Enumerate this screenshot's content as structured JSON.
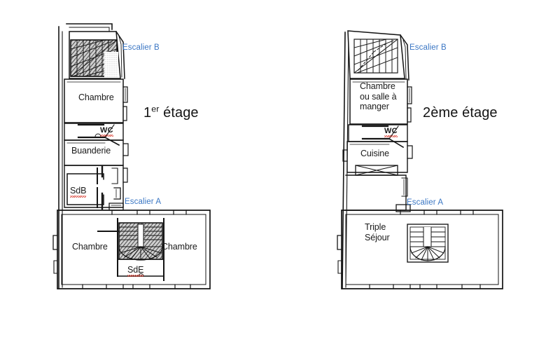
{
  "document": {
    "kind": "architectural-floor-plan",
    "background_color": "#ffffff",
    "ink_color": "#111111",
    "annotation_color": "#3b77c4",
    "spellcheck_underline_color": "#d83a2e"
  },
  "plans": [
    {
      "id": "first-floor",
      "title_main": "1",
      "title_sup": "er",
      "title_rest": " étage",
      "title_full": "1er étage",
      "rooms": [
        {
          "id": "chambre-nord",
          "label": "Chambre",
          "underlined": false
        },
        {
          "id": "wc",
          "label": "WC",
          "underlined": true
        },
        {
          "id": "buanderie",
          "label": "Buanderie",
          "underlined": false
        },
        {
          "id": "sdb",
          "label": "SdB",
          "underlined": true
        },
        {
          "id": "chambre-sud-ouest",
          "label": "Chambre",
          "underlined": false
        },
        {
          "id": "chambre-sud-est",
          "label": "Chambre",
          "underlined": false
        },
        {
          "id": "sde",
          "label": "SdE",
          "underlined": true
        }
      ],
      "annotations": [
        {
          "id": "escalier-b",
          "label": "Escalier B"
        },
        {
          "id": "escalier-a",
          "label": "Escalier A"
        }
      ],
      "stairs": [
        {
          "id": "escalier-b-stair",
          "style": "winder-hatched-dark"
        },
        {
          "id": "escalier-a-stair",
          "style": "spiral-hatched"
        }
      ]
    },
    {
      "id": "second-floor",
      "title_main": "2",
      "title_sup": "",
      "title_rest": "ème étage",
      "title_full": "2ème étage",
      "rooms": [
        {
          "id": "chambre-salle-a-manger",
          "label": "Chambre\nou salle à\nmanger",
          "underlined": false
        },
        {
          "id": "wc",
          "label": "WC",
          "underlined": true
        },
        {
          "id": "cuisine",
          "label": "Cuisine",
          "underlined": false
        },
        {
          "id": "triple-sejour",
          "label": "Triple\nSéjour",
          "underlined": false
        }
      ],
      "annotations": [
        {
          "id": "escalier-b",
          "label": "Escalier B"
        },
        {
          "id": "escalier-a",
          "label": "Escalier A"
        }
      ],
      "stairs": [
        {
          "id": "escalier-b-stair",
          "style": "winder-outline"
        },
        {
          "id": "escalier-a-stair",
          "style": "spiral-outline"
        }
      ]
    }
  ],
  "labels": {
    "p1_chambre_nord": "Chambre",
    "p1_wc": "WC",
    "p1_buanderie": "Buanderie",
    "p1_sdb": "SdB",
    "p1_chambre_sw": "Chambre",
    "p1_chambre_se": "Chambre",
    "p1_sde": "SdE",
    "p1_escalier_b": "Escalier B",
    "p1_escalier_a": "Escalier A",
    "p1_title_num": "1",
    "p1_title_sup": "er",
    "p1_title_rest": " étage",
    "p2_chambre_l1": "Chambre",
    "p2_chambre_l2": "ou salle à",
    "p2_chambre_l3": "manger",
    "p2_wc": "WC",
    "p2_cuisine": "Cuisine",
    "p2_sejour_l1": "Triple",
    "p2_sejour_l2": "Séjour",
    "p2_escalier_b": "Escalier B",
    "p2_escalier_a": "Escalier A",
    "p2_title_num": "2",
    "p2_title_rest": "ème étage"
  }
}
